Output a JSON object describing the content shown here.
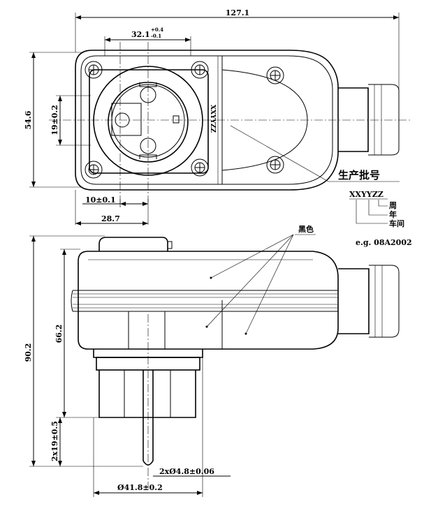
{
  "dimensions": {
    "overall_length": "127.1",
    "pin_spacing": "32.1",
    "pin_spacing_tol_upper": "+0.4",
    "pin_spacing_tol_lower": "-0.1",
    "height": "54.6",
    "offset_19": "19±0.2",
    "offset_10": "10±0.1",
    "offset_28": "28.7",
    "side_total": "90.2",
    "side_body": "66.2",
    "pin_length": "2x19±0.5",
    "pin_diameter": "2xØ4.8±0.06",
    "collar_diameter": "Ø41.8±0.2"
  },
  "annotations": {
    "batch_label": "生产批号",
    "batch_code": "XXYYZZ",
    "code_on_body": "XXYYZZ",
    "week": "周",
    "year": "年",
    "workshop": "车间",
    "example": "e.g. 08A2002",
    "color_note": "黑色"
  }
}
